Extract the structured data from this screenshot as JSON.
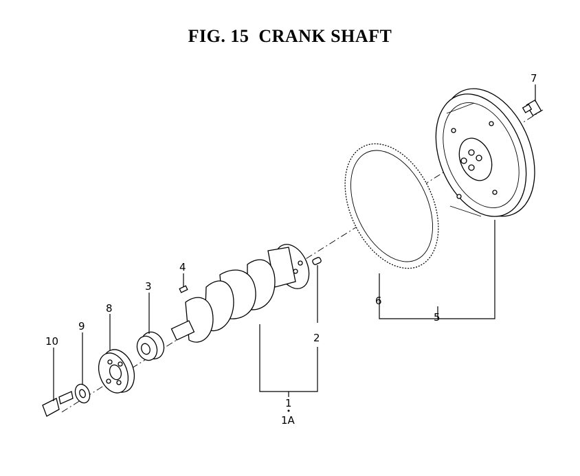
{
  "figure": {
    "title": "FIG. 15  CRANK SHAFT"
  },
  "callouts": {
    "c1": "1",
    "c1a": "1A",
    "c2": "2",
    "c3": "3",
    "c4": "4",
    "c5": "5",
    "c6": "6",
    "c7": "7",
    "c8": "8",
    "c9": "9",
    "c10": "10"
  }
}
